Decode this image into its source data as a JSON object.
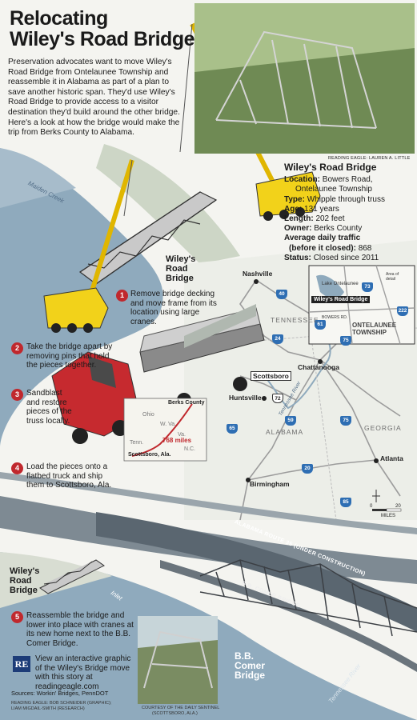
{
  "title_line1": "Relocating",
  "title_line2": "Wiley's Road Bridge",
  "intro": "Preservation advocates want to move Wiley's Road Bridge from Ontelaunee Township and reassemble it in Alabama as part of a plan to save another historic span. They'd use Wiley's Road Bridge to provide access to a visitor destination they'd build around the other bridge. Here's a look at how the bridge would make the trip from Berks County to Alabama.",
  "photo_credit_top": "READING EAGLE: LAUREN A. LITTLE",
  "facts": {
    "heading": "Wiley's Road Bridge",
    "location_label": "Location:",
    "location_value": "Bowers Road,",
    "location_value2": "Ontelaunee Township",
    "type_label": "Type:",
    "type_value": "Whipple through truss",
    "age_label": "Age:",
    "age_value": "131 years",
    "length_label": "Length:",
    "length_value": "202 feet",
    "owner_label": "Owner:",
    "owner_value": "Berks County",
    "traffic_label": "Average daily traffic",
    "traffic_label2": "(before it closed):",
    "traffic_value": "868",
    "status_label": "Status:",
    "status_value": "Closed since 2011"
  },
  "steps": [
    {
      "num": "1",
      "text": "Remove bridge decking and move frame from its location using large cranes."
    },
    {
      "num": "2",
      "text": "Take the bridge apart by removing pins that hold the pieces together."
    },
    {
      "num": "3",
      "text": "Sandblast and restore pieces of the truss locally."
    },
    {
      "num": "4",
      "text": "Load the pieces onto a flatbed truck and ship them to Scottsboro, Ala."
    },
    {
      "num": "5",
      "text": "Reassemble the bridge and lower into place with cranes at its new home next to the B.B. Comer Bridge."
    }
  ],
  "labels": {
    "maiden_creek": "Maiden Creek",
    "wileys_bridge": "Wiley's Road Bridge",
    "wileys_bridge_lower": "Wiley's Road Bridge",
    "inlet": "Inlet",
    "bb_comer_label": "B.B. Comer Bridge",
    "tennessee_river": "Tennessee River",
    "alabama_route": "ALABAMA ROUTE 35 (UNDER CONSTRUCTION)",
    "bb_comer_road": "B.B. COMER BRIDGE"
  },
  "inset_map": {
    "lake": "Lake Ontelaunee",
    "area_of_detail": "Area of detail",
    "bridge_label": "Wiley's Road Bridge",
    "road": "BOWERS RD.",
    "township": "ONTELAUNEE TOWNSHIP",
    "route1": "73",
    "route2": "61",
    "route3": "222"
  },
  "truck_map": {
    "berks": "Berks County",
    "ohio": "Ohio",
    "wva": "W. Va.",
    "va": "Va.",
    "tenn": "Tenn.",
    "nc": "N.C.",
    "miles": "768 miles",
    "scottsboro": "Scottsboro, Ala."
  },
  "map": {
    "cities": [
      "Nashville",
      "Chattanooga",
      "Huntsville",
      "Scottsboro",
      "Atlanta",
      "Birmingham"
    ],
    "states": [
      "TENNESSEE",
      "ALABAMA",
      "GEORGIA"
    ],
    "routes": [
      "40",
      "24",
      "75",
      "72",
      "59",
      "65",
      "75",
      "20",
      "85"
    ],
    "scale_0": "0",
    "scale_20": "20",
    "scale_unit": "MILES",
    "river": "Tennessee River"
  },
  "footer": {
    "interactive": "View an interactive graphic of the Wiley's Bridge move with this story at readingeagle.com",
    "logo": "RE",
    "sources": "Sources: Workin' Bridges, PennDOT",
    "credit1": "READING EAGLE: BOB SCHNEIDER (GRAPHIC);",
    "credit2": "LIAM MIGDAIL-SMITH (RESEARCH)",
    "photo_credit1": "COURTESY OF THE DAILY SENTINEL",
    "photo_credit2": "(SCOTTSBORO, ALA.)"
  },
  "colors": {
    "accent_red": "#c0282d",
    "river": "#8faabd",
    "crane": "#f2d21a",
    "truck": "#c62a2f",
    "shield": "#2e6eb3"
  }
}
